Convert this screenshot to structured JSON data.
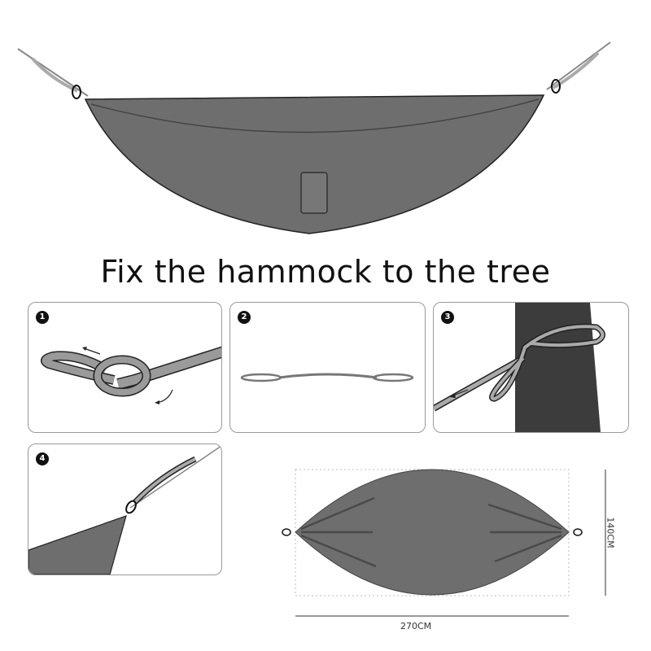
{
  "title": "Fix the hammock to the tree",
  "steps": [
    {
      "number": "1"
    },
    {
      "number": "2"
    },
    {
      "number": "3"
    },
    {
      "number": "4"
    }
  ],
  "dimensions": {
    "width": "270CM",
    "height": "140CM"
  },
  "colors": {
    "fabric": "#6e6e6e",
    "strap": "#9a9a9a",
    "tree": "#3c3c3c",
    "outline": "#222222"
  }
}
